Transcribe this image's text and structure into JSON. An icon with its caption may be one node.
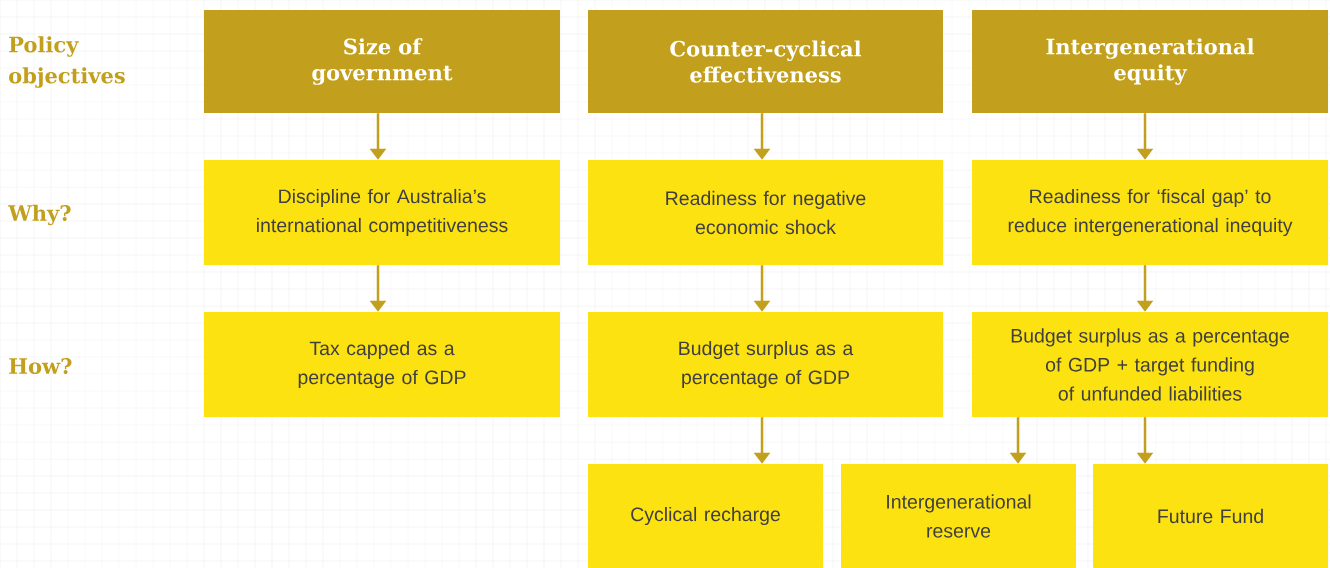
{
  "diagram": {
    "nodes": [
      {
        "text": [
          "Size of government"
        ]
      },
      {
        "text": [
          "Counter-cyclical effectiveness"
        ]
      },
      {
        "text": [
          "Intergenerational equity"
        ]
      },
      {
        "text": [
          "Discipline for Australia’s international competitiveness"
        ]
      },
      {
        "text": [
          "Readiness for negative economic shock"
        ]
      },
      {
        "text": [
          "Readiness for ‘fiscal gap’ to reduce intergenerational inequity"
        ]
      },
      {
        "text": [
          "Tax capped as a percentage of GDP"
        ]
      },
      {
        "text": [
          "Budget surplus as a percentage of GDP"
        ]
      },
      {
        "text": [
          "Budget surplus as a percentage of GDP + target funding of unfunded liabilities"
        ]
      },
      {
        "text": [
          "Cyclical recharge"
        ]
      },
      {
        "text": [
          "Intergenerational reserve"
        ]
      },
      {
        "text": [
          "Future Fund"
        ]
      }
    ],
    "edges": [
      {
        "from": 0,
        "to": 3,
        "arrow": "to"
      },
      {
        "from": 1,
        "to": 4,
        "arrow": "to"
      },
      {
        "from": 2,
        "to": 5,
        "arrow": "to"
      },
      {
        "from": 3,
        "to": 6,
        "arrow": "to"
      },
      {
        "from": 4,
        "to": 7,
        "arrow": "to"
      },
      {
        "from": 5,
        "to": 8,
        "arrow": "to"
      },
      {
        "from": 7,
        "to": 9,
        "arrow": "to"
      },
      {
        "from": 8,
        "to": 10,
        "arrow": "to"
      },
      {
        "from": 8,
        "to": 11,
        "arrow": "to"
      }
    ],
    "labels": [
      "Policy objectives",
      "Why?",
      "How?"
    ]
  }
}
